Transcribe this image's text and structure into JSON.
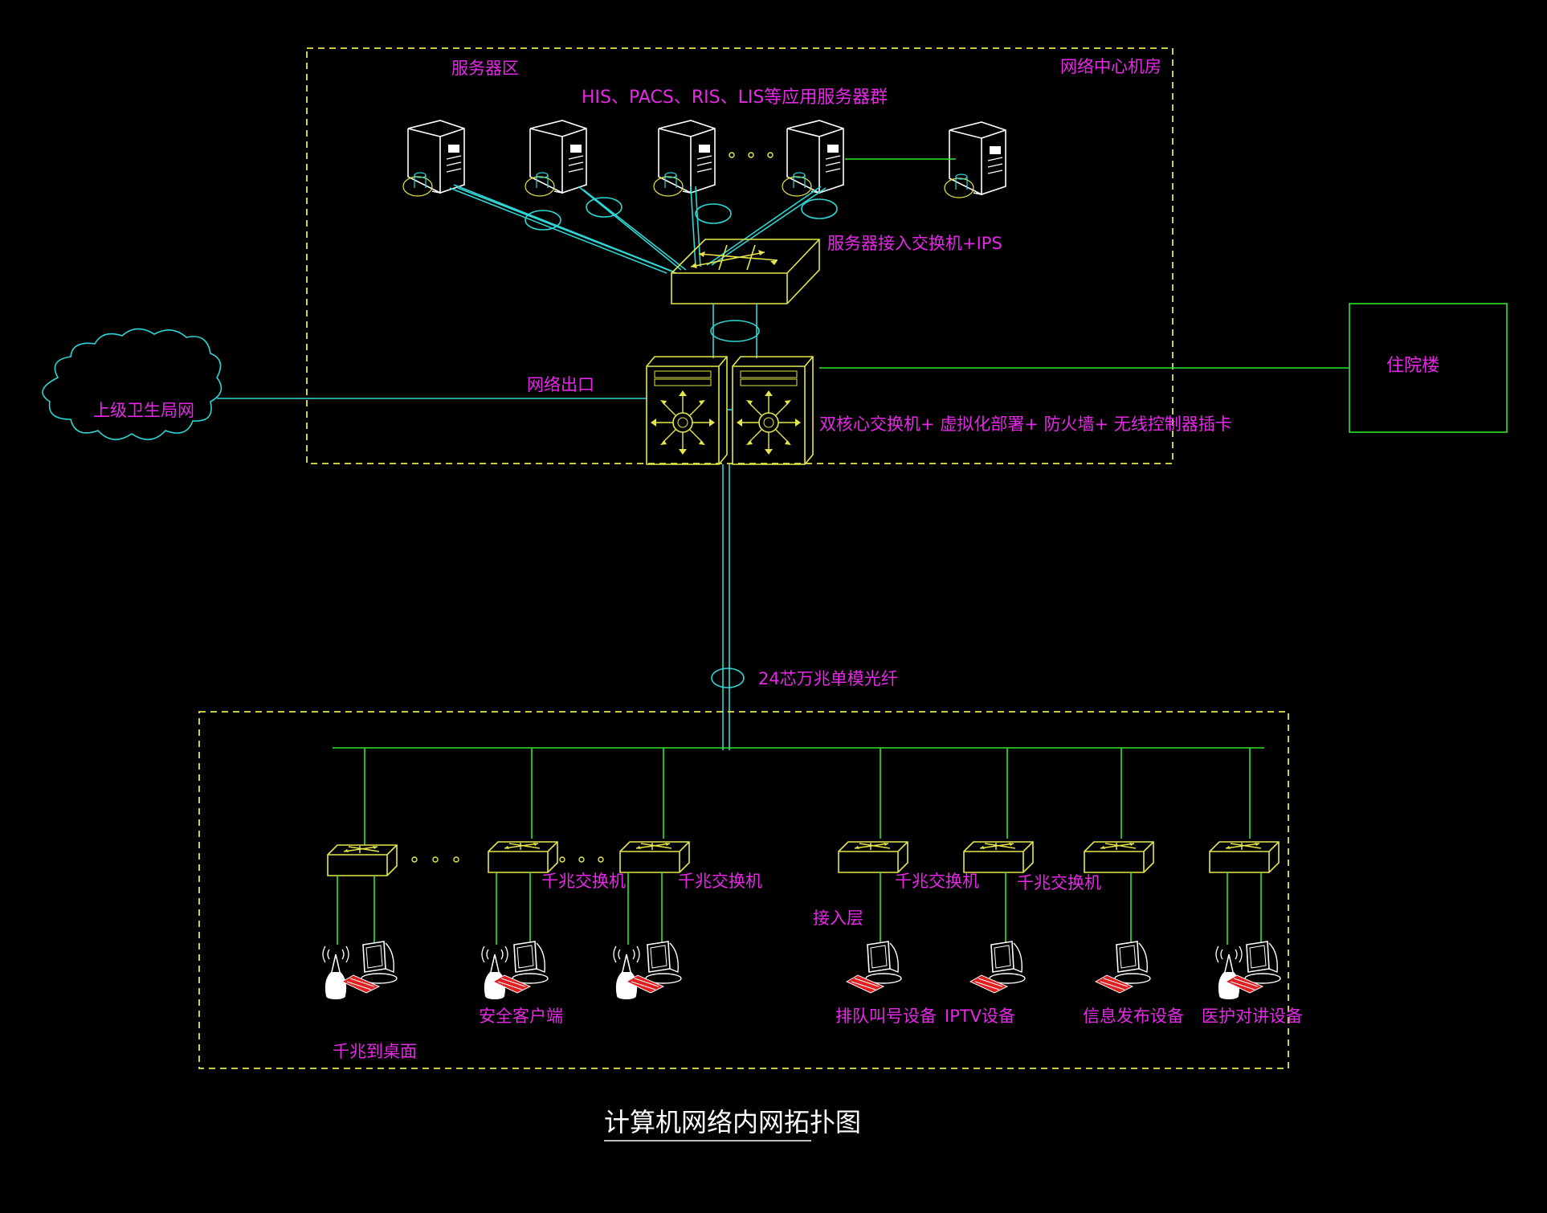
{
  "title": "计算机网络内网拓扑图",
  "regions": {
    "data_center": "网络中心机房",
    "server_zone": "服务器区"
  },
  "labels": {
    "app_servers": "HIS、PACS、RIS、LIS等应用服务器群",
    "server_switch": "服务器接入交换机+IPS",
    "core_switch": "双核心交换机+ 虚拟化部署+ 防火墙+ 无线控制器插卡",
    "network_exit": "网络出口",
    "upstream_net": "上级卫生局网",
    "inpatient_building": "住院楼",
    "fiber": "24芯万兆单模光纤",
    "access_layer": "接入层",
    "gigabit_switch_1": "千兆交换机",
    "gigabit_switch_2": "千兆交换机",
    "gigabit_switch_3": "千兆交换机",
    "gigabit_switch_4": "千兆交换机",
    "gigabit_desktop": "千兆到桌面",
    "secure_client": "安全客户端",
    "queue_device": "排队叫号设备",
    "iptv_device": "IPTV设备",
    "info_release": "信息发布设备",
    "nurse_intercom": "医护对讲设备"
  },
  "colors": {
    "background": "#000000",
    "label_text": "#e629e6",
    "device_outline": "#e6e64a",
    "network_line": "#2ee62e",
    "fiber_line": "#2ed6d6",
    "endpoint": "#ffffff",
    "accent_red": "#e02020"
  }
}
